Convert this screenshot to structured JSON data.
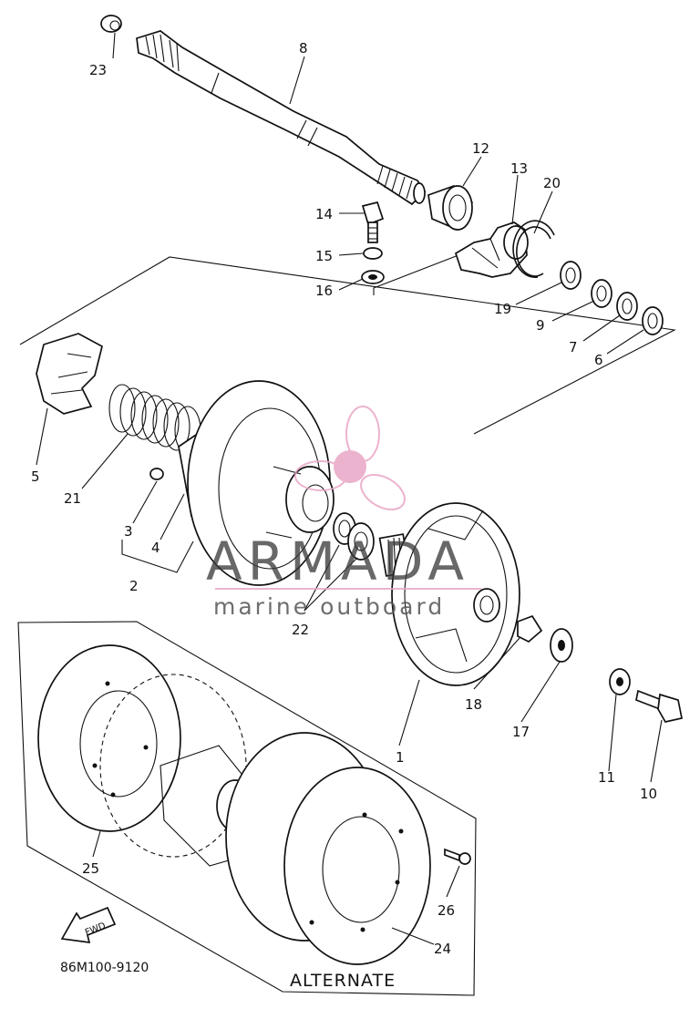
{
  "diagram": {
    "drawing_code": "86M100-9120",
    "alternate_label": "ALTERNATE",
    "fwd_label": "FWD",
    "callouts": {
      "c1": "1",
      "c2": "2",
      "c3": "3",
      "c4": "4",
      "c5": "5",
      "c6": "6",
      "c7": "7",
      "c8": "8",
      "c9": "9",
      "c10": "10",
      "c11": "11",
      "c12": "12",
      "c13": "13",
      "c14": "14",
      "c15": "15",
      "c16": "16",
      "c17": "17",
      "c18": "18",
      "c19": "19",
      "c20": "20",
      "c21": "21",
      "c22": "22",
      "c23": "23",
      "c24": "24",
      "c25": "25",
      "c26": "26"
    }
  },
  "watermark": {
    "brand": "ARMADA",
    "tagline": "marine outboard",
    "color": "#e9a6c6"
  }
}
